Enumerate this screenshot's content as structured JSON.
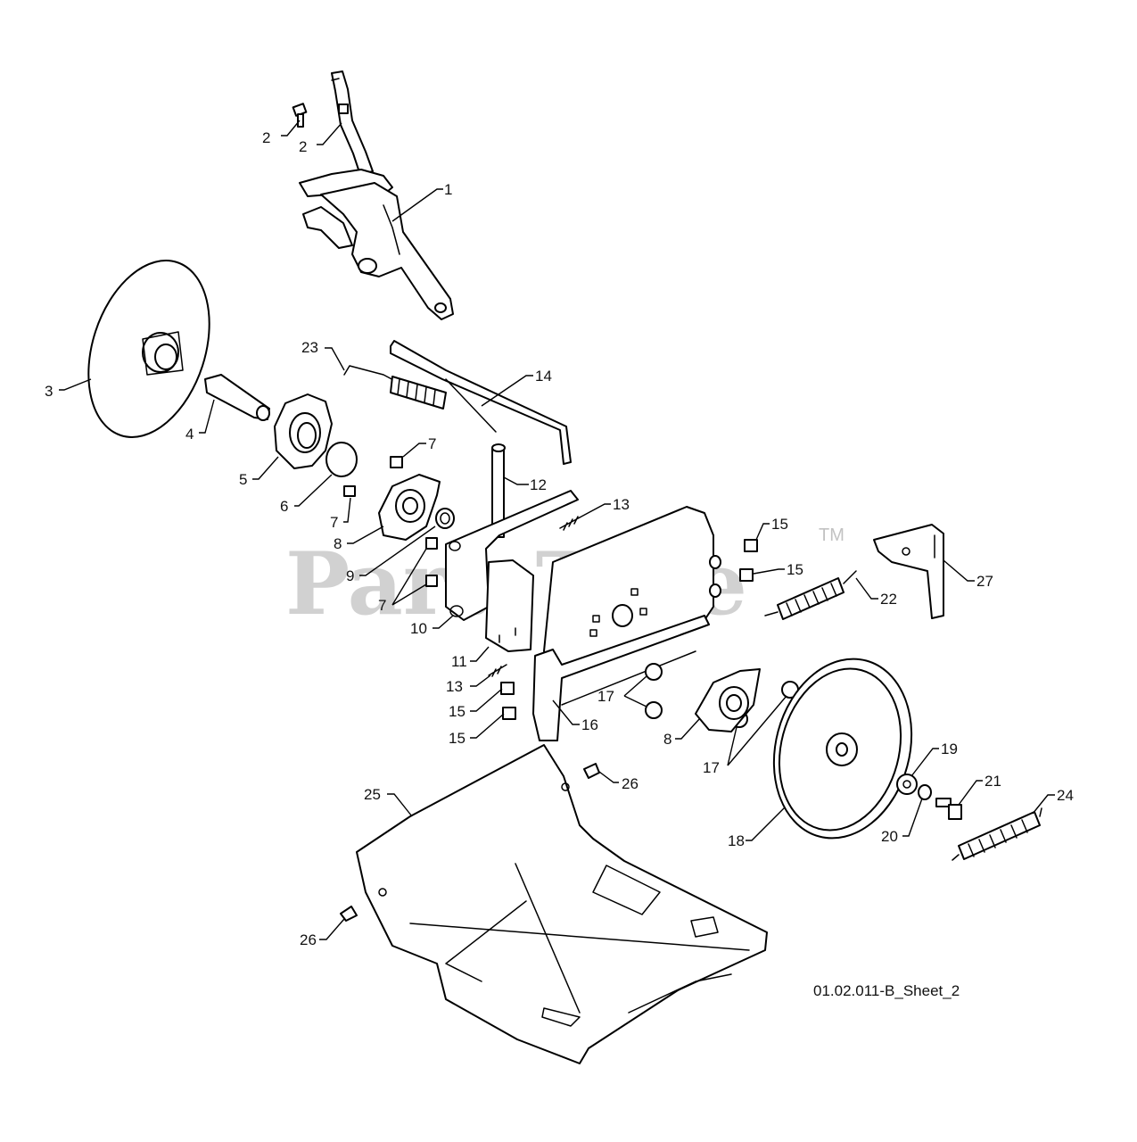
{
  "watermark": {
    "text": "PartsTree",
    "trademark": "TM"
  },
  "sheet_id": "01.02.011-B_Sheet_2",
  "callouts": [
    {
      "id": "c2a",
      "text": "2"
    },
    {
      "id": "c2b",
      "text": "2"
    },
    {
      "id": "c1",
      "text": "1"
    },
    {
      "id": "c3",
      "text": "3"
    },
    {
      "id": "c4",
      "text": "4"
    },
    {
      "id": "c23",
      "text": "23"
    },
    {
      "id": "c14",
      "text": "14"
    },
    {
      "id": "c5",
      "text": "5"
    },
    {
      "id": "c6",
      "text": "6"
    },
    {
      "id": "c7a",
      "text": "7"
    },
    {
      "id": "c7b",
      "text": "7"
    },
    {
      "id": "c12",
      "text": "12"
    },
    {
      "id": "c8a",
      "text": "8"
    },
    {
      "id": "c9",
      "text": "9"
    },
    {
      "id": "c7c",
      "text": "7"
    },
    {
      "id": "c13a",
      "text": "13"
    },
    {
      "id": "c15a",
      "text": "15"
    },
    {
      "id": "c15b",
      "text": "15"
    },
    {
      "id": "c22",
      "text": "22"
    },
    {
      "id": "c27",
      "text": "27"
    },
    {
      "id": "c10",
      "text": "10"
    },
    {
      "id": "c11",
      "text": "11"
    },
    {
      "id": "c13b",
      "text": "13"
    },
    {
      "id": "c15c",
      "text": "15"
    },
    {
      "id": "c15d",
      "text": "15"
    },
    {
      "id": "c16",
      "text": "16"
    },
    {
      "id": "c17a",
      "text": "17"
    },
    {
      "id": "c8b",
      "text": "8"
    },
    {
      "id": "c17b",
      "text": "17"
    },
    {
      "id": "c19",
      "text": "19"
    },
    {
      "id": "c26a",
      "text": "26"
    },
    {
      "id": "c25",
      "text": "25"
    },
    {
      "id": "c21",
      "text": "21"
    },
    {
      "id": "c24",
      "text": "24"
    },
    {
      "id": "c18",
      "text": "18"
    },
    {
      "id": "c20",
      "text": "20"
    },
    {
      "id": "c26b",
      "text": "26"
    }
  ]
}
